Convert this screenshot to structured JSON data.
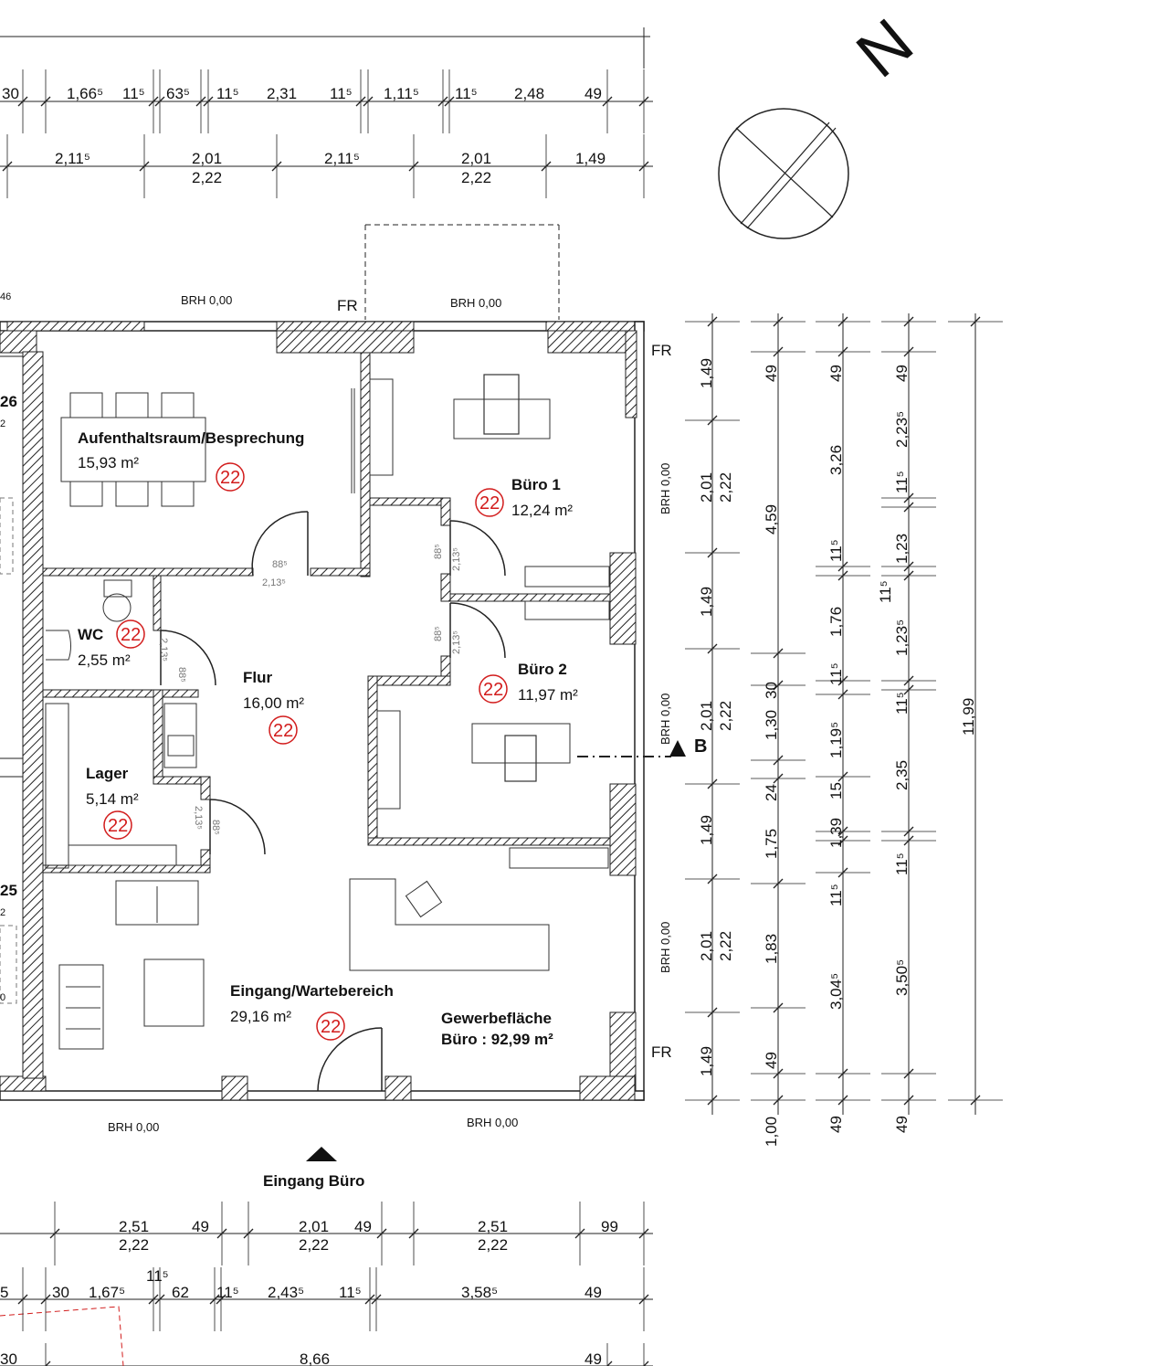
{
  "north_label": "N",
  "rooms": [
    {
      "name": "Aufenthaltsraum/Besprechung",
      "area": "15,93 m²",
      "tag": "22"
    },
    {
      "name": "Büro 1",
      "area": "12,24 m²",
      "tag": "22"
    },
    {
      "name": "WC",
      "area": "2,55 m²",
      "tag": "22"
    },
    {
      "name": "Flur",
      "area": "16,00 m²",
      "tag": "22"
    },
    {
      "name": "Büro 2",
      "area": "11,97 m²",
      "tag": "22"
    },
    {
      "name": "Lager",
      "area": "5,14 m²",
      "tag": "22"
    },
    {
      "name": "Eingang/Wartebereich",
      "area": "29,16 m²",
      "tag": "22"
    }
  ],
  "summary": {
    "line1": "Gewerbefläche",
    "line2": "Büro : 92,99 m²"
  },
  "entrance_label": "Eingang Büro",
  "section_marker": "B",
  "window_labels": {
    "brh": "BRH 0,00",
    "fr": "FR"
  },
  "partial_labels": [
    "26",
    "25",
    "2",
    "2",
    "0",
    "46"
  ],
  "door_labels": [
    "88⁵",
    "2,13⁵"
  ],
  "dims_top_1": [
    "30",
    "1,66⁵",
    "11⁵",
    "63⁵",
    "11⁵",
    "2,31",
    "11⁵",
    "1,11⁵",
    "11⁵",
    "2,48",
    "49"
  ],
  "dims_top_2": [
    "2,11⁵",
    "2,01",
    "2,22",
    "2,11⁵",
    "2,01",
    "2,22",
    "1,49"
  ],
  "dims_right_1": [
    "1,49",
    "2,01",
    "2,22",
    "1,49",
    "2,01",
    "2,22",
    "1,49",
    "2,01",
    "2,22",
    "1,49"
  ],
  "dims_right_2": [
    "49",
    "4,59",
    "1,30",
    "30",
    "24",
    "1,75",
    "1,83",
    "49",
    "1,00"
  ],
  "dims_right_3": [
    "49",
    "3,26",
    "11⁵",
    "1,76",
    "11⁵",
    "1,19⁵",
    "15",
    "1,39",
    "11⁵",
    "3,04⁵",
    "49"
  ],
  "dims_right_4": [
    "49",
    "2,23⁵",
    "11⁵",
    "1,23",
    "11⁵",
    "1,23⁵",
    "11⁵",
    "2,35",
    "11⁵",
    "3,50⁵",
    "49"
  ],
  "dims_right_5": [
    "11,99"
  ],
  "dims_bottom_1": [
    "2,51",
    "2,22",
    "49",
    "2,01",
    "2,22",
    "49",
    "2,51",
    "2,22",
    "99"
  ],
  "dims_bottom_2": [
    "5",
    "30",
    "1,67⁵",
    "11⁵",
    "62",
    "11⁵",
    "2,43⁵",
    "11⁵",
    "3,58⁵",
    "49"
  ],
  "dims_bottom_3": [
    "30",
    "8,66",
    "49"
  ]
}
